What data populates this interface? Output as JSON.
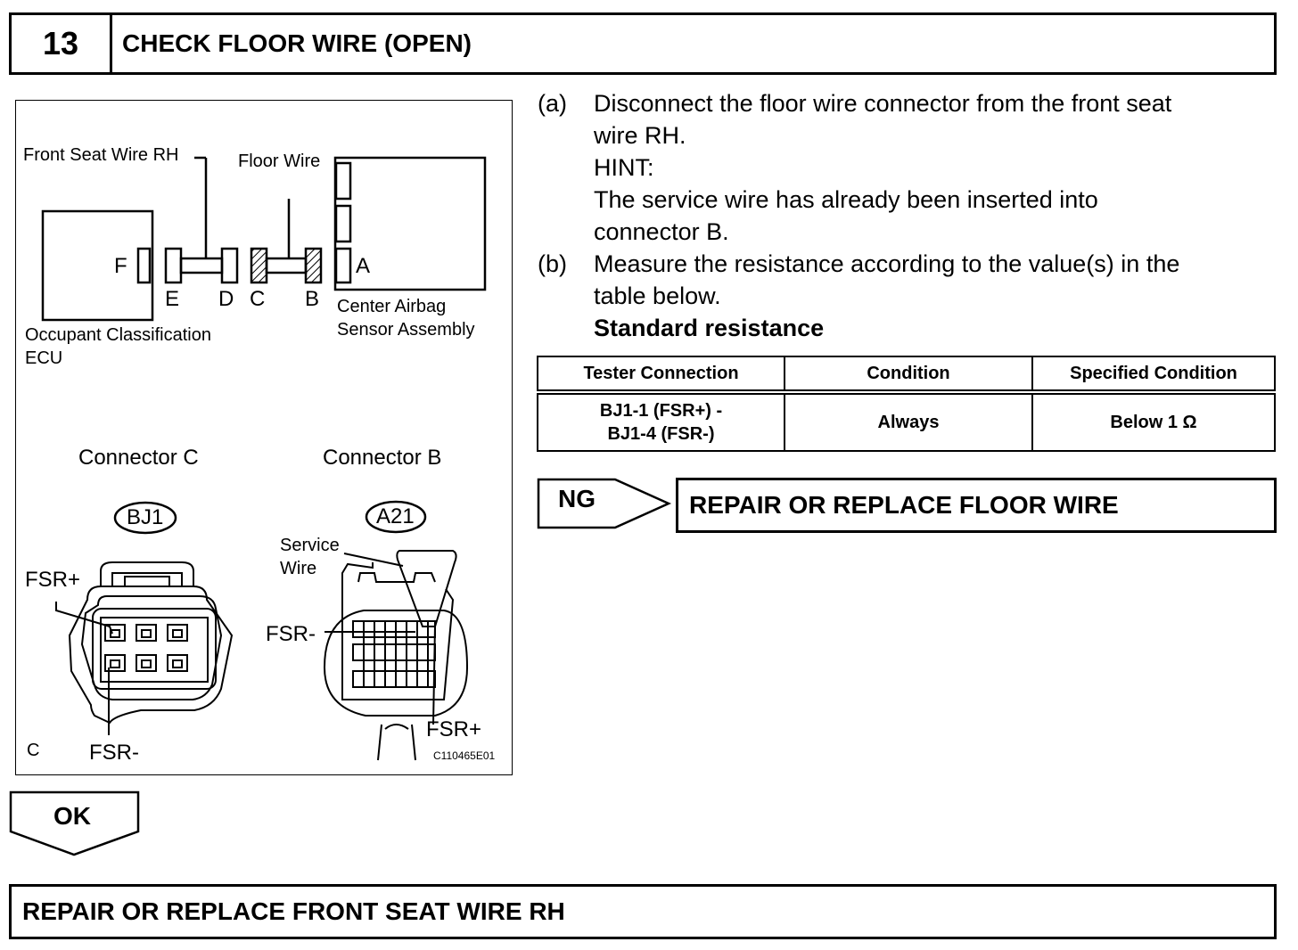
{
  "step": {
    "number": "13",
    "title": "CHECK FLOOR WIRE (OPEN)"
  },
  "figure": {
    "labels": {
      "front_seat_wire": "Front Seat Wire RH",
      "floor_wire": "Floor Wire",
      "conn_f": "F",
      "conn_e": "E",
      "conn_d": "D",
      "conn_c": "C",
      "conn_b": "B",
      "conn_a": "A",
      "center_airbag_1": "Center Airbag",
      "center_airbag_2": "Sensor Assembly",
      "occupant_1": "Occupant Classification",
      "occupant_2": "ECU",
      "connector_c": "Connector C",
      "connector_b": "Connector B",
      "bj1": "BJ1",
      "a21": "A21",
      "service_wire_1": "Service",
      "service_wire_2": "Wire",
      "fsr_plus_left": "FSR+",
      "fsr_minus_left": "FSR-",
      "c_corner": "C",
      "fsr_minus_right": "FSR-",
      "fsr_plus_right": "FSR+",
      "figure_code": "C110465E01"
    }
  },
  "instructions": {
    "a_letter": "(a)",
    "a_line1": "Disconnect the floor wire connector from the front seat",
    "a_line2": "wire RH.",
    "hint_label": "HINT:",
    "hint_line1": "The service wire has already been inserted into",
    "hint_line2": "connector B.",
    "b_letter": "(b)",
    "b_line1": "Measure the resistance according to the value(s) in the",
    "b_line2": "table below.",
    "standard": "Standard resistance"
  },
  "table": {
    "headers": [
      "Tester Connection",
      "Condition",
      "Specified Condition"
    ],
    "row": {
      "conn_line1": "BJ1-1 (FSR+) -",
      "conn_line2": "BJ1-4 (FSR-)",
      "condition": "Always",
      "spec": "Below 1 Ω"
    }
  },
  "ng": {
    "label": "NG",
    "result": "REPAIR OR REPLACE FLOOR WIRE"
  },
  "ok": {
    "label": "OK",
    "result": "REPAIR OR REPLACE FRONT SEAT WIRE RH"
  }
}
